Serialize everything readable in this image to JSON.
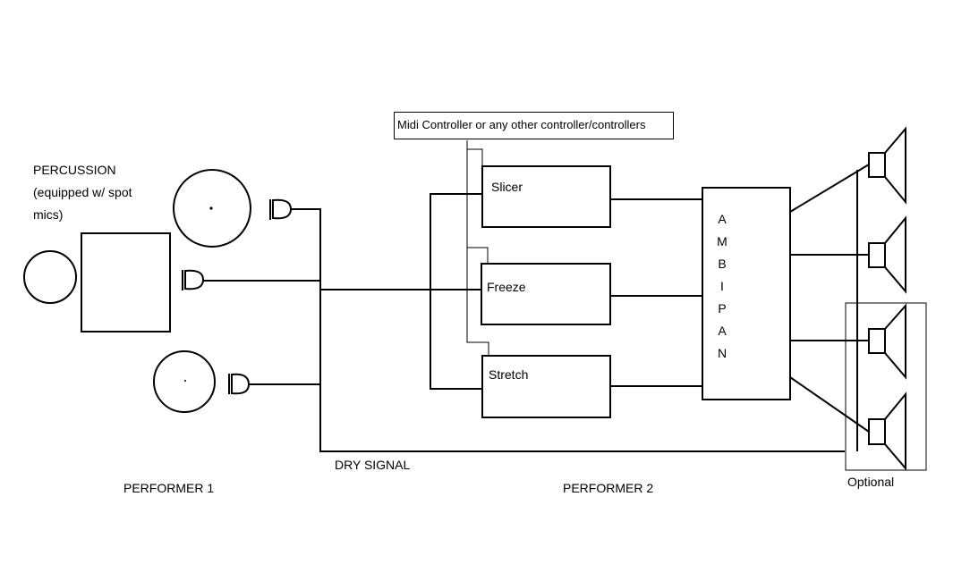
{
  "percussion": {
    "title": "PERCUSSION",
    "note_line1": "(equipped w/ spot",
    "note_line2": "mics)"
  },
  "controller": {
    "label": "Midi Controller or any other controller/controllers"
  },
  "effects": {
    "slicer": "Slicer",
    "freeze": "Freeze",
    "stretch": "Stretch"
  },
  "ambipan": {
    "letters": [
      "A",
      "M",
      "B",
      "I",
      "P",
      "A",
      "N"
    ]
  },
  "dry_signal": "DRY SIGNAL",
  "performer1": "PERFORMER 1",
  "performer2": "PERFORMER 2",
  "optional": "Optional"
}
